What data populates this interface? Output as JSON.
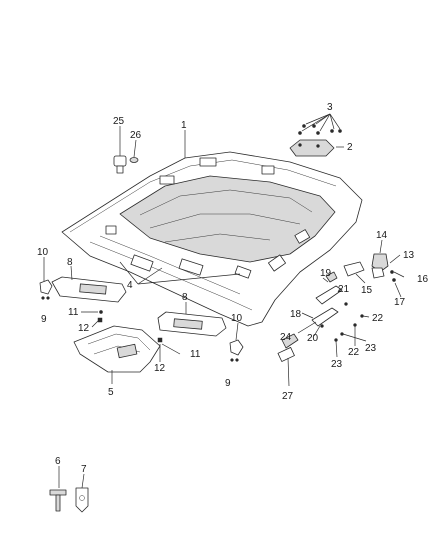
{
  "callouts": {
    "c1": "1",
    "c2": "2",
    "c3": "3",
    "c4": "4",
    "c5": "5",
    "c6": "6",
    "c7": "7",
    "c8a": "8",
    "c8b": "8",
    "c9a": "9",
    "c9b": "9",
    "c10a": "10",
    "c10b": "10",
    "c11a": "11",
    "c11b": "11",
    "c12a": "12",
    "c12b": "12",
    "c13": "13",
    "c14": "14",
    "c15": "15",
    "c16": "16",
    "c17": "17",
    "c18": "18",
    "c19": "19",
    "c20": "20",
    "c21": "21",
    "c22a": "22",
    "c22b": "22",
    "c23a": "23",
    "c23b": "23",
    "c24": "24",
    "c25": "25",
    "c26": "26",
    "c27": "27"
  }
}
